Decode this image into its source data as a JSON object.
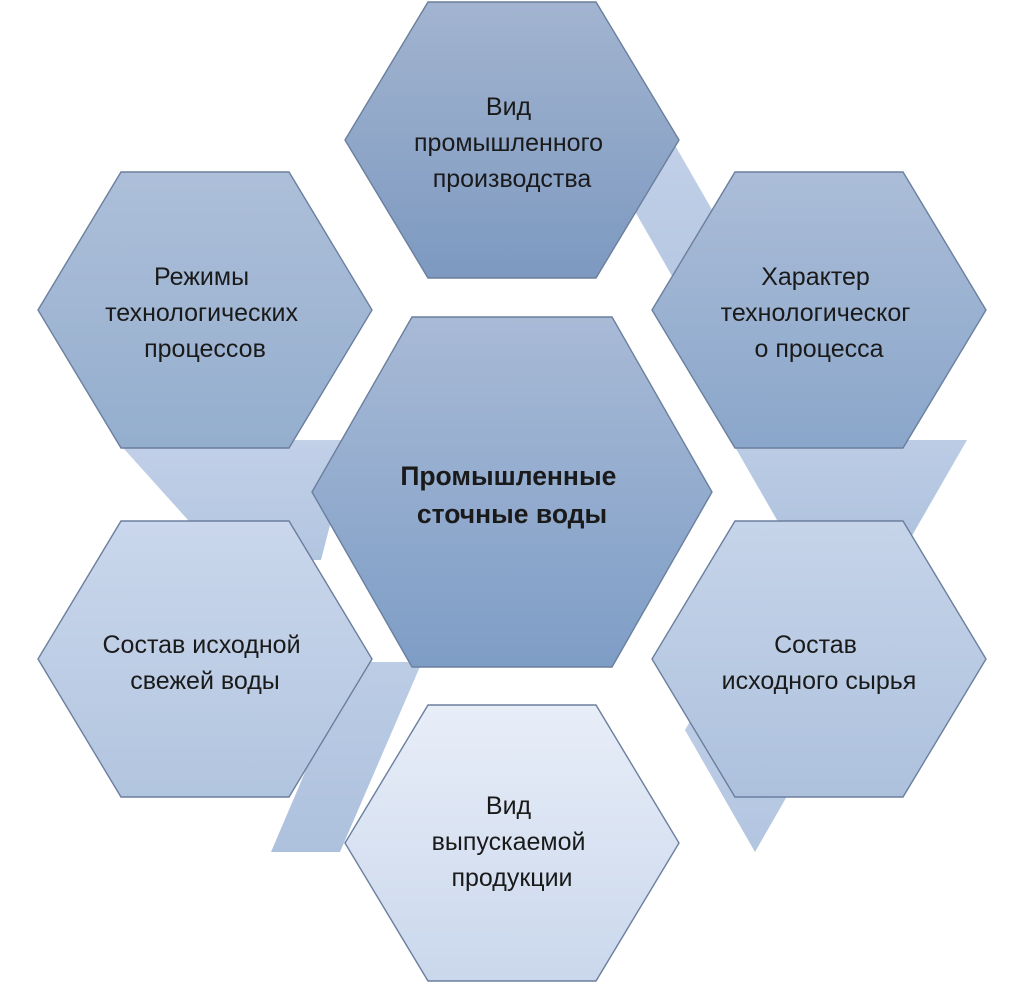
{
  "diagram": {
    "type": "honeycomb-hexagon-cluster",
    "background_color": "#ffffff",
    "center": {
      "id": "central-topic",
      "lines": [
        "Промышленные",
        "сточные воды"
      ],
      "bold": true,
      "fill_top": "#a5b8d4",
      "fill_bottom": "#7f9ec6"
    },
    "nodes": [
      {
        "id": "top",
        "position": "top",
        "lines": [
          "Вид",
          "промышленного",
          "производства"
        ],
        "fill_top": "#9fb1ce",
        "fill_bottom": "#7e9bc1"
      },
      {
        "id": "right-upper",
        "position": "right-upper",
        "lines": [
          "Характер",
          "технологическог",
          "о процесса"
        ],
        "fill_top": "#a8bad6",
        "fill_bottom": "#89a5c9"
      },
      {
        "id": "right-lower",
        "position": "right-lower",
        "lines": [
          "Состав",
          "исходного сырья"
        ],
        "fill_top": "#c3d2e8",
        "fill_bottom": "#b0c3de"
      },
      {
        "id": "bottom",
        "position": "bottom",
        "lines": [
          "Вид",
          "выпускаемой",
          "продукции"
        ],
        "fill_top": "#e5ebf6",
        "fill_bottom": "#ccd8ec"
      },
      {
        "id": "left-lower",
        "position": "left-lower",
        "lines": [
          "Состав исходной",
          "свежей воды"
        ],
        "fill_top": "#c6d4e9",
        "fill_bottom": "#b4c6e0"
      },
      {
        "id": "left-upper",
        "position": "left-upper",
        "lines": [
          "Режимы",
          "технологических",
          "процессов"
        ],
        "fill_top": "#aabcd7",
        "fill_bottom": "#96b0d0"
      }
    ],
    "connectors": [
      {
        "id": "connector-top-right",
        "from": "top",
        "to": "right-upper",
        "fill": "#bdcde6"
      },
      {
        "id": "connector-right-right",
        "from": "right-upper",
        "to": "right-lower",
        "fill": "#b7c9e3"
      },
      {
        "id": "connector-right-bottom",
        "from": "right-lower",
        "to": "bottom",
        "fill": "#c2d1e8"
      },
      {
        "id": "connector-bottom-left",
        "from": "bottom",
        "to": "left-lower",
        "fill": "#b9cae4"
      },
      {
        "id": "connector-left-left",
        "from": "left-lower",
        "to": "left-upper",
        "fill": "#aec2de"
      },
      {
        "id": "connector-left-top",
        "from": "left-upper",
        "to": "top",
        "fill": "#b5c7e2"
      }
    ]
  }
}
